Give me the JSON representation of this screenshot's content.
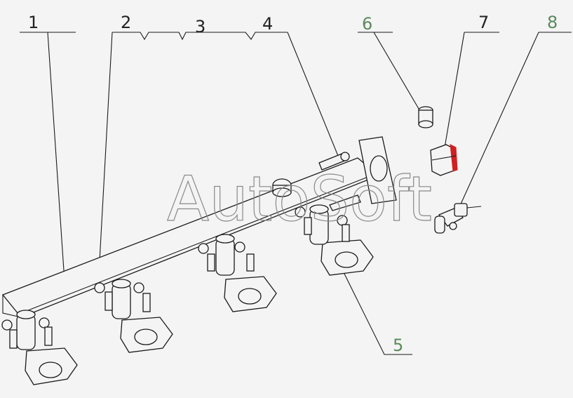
{
  "watermark": "AutoSoft",
  "callouts": [
    {
      "id": "1",
      "label": "1"
    },
    {
      "id": "2",
      "label": "2"
    },
    {
      "id": "3",
      "label": "3"
    },
    {
      "id": "4",
      "label": "4"
    },
    {
      "id": "5",
      "label": "5"
    },
    {
      "id": "6",
      "label": "6"
    },
    {
      "id": "7",
      "label": "7"
    },
    {
      "id": "8",
      "label": "8"
    }
  ],
  "colors": {
    "background": "#f4f4f4",
    "line": "#1a1a1a",
    "callout_green": "#5a8a5a",
    "highlight_red": "#d02020",
    "watermark": "#8a8a8a"
  }
}
